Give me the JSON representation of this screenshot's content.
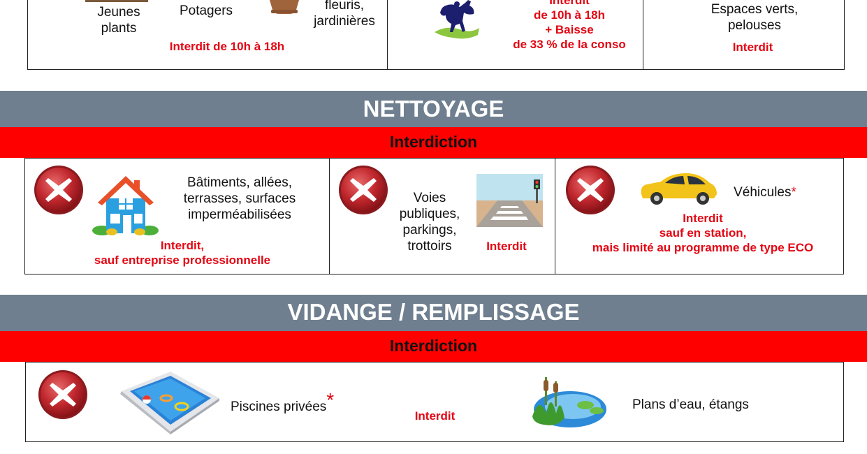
{
  "arrosage": {
    "col1": {
      "item1": [
        "Jeunes",
        "plants"
      ],
      "item2": "Potagers",
      "item3": [
        "fleuris,",
        "jardinières"
      ],
      "status": "Interdit de 10h à 18h"
    },
    "col2": {
      "status": [
        "Interdit",
        "de 10h à 18h",
        "+ Baisse",
        "de 33 % de la conso"
      ]
    },
    "col3": {
      "item": [
        "Espaces verts,",
        "pelouses"
      ],
      "status": "Interdit"
    }
  },
  "nettoyage": {
    "title": "NETTOYAGE",
    "subtitle": "Interdiction",
    "cells": [
      {
        "label": [
          "Bâtiments, allées,",
          "terrasses, surfaces",
          "imperméabilisées"
        ],
        "status": [
          "Interdit,",
          "sauf entreprise professionnelle"
        ]
      },
      {
        "label": [
          "Voies",
          "publiques,",
          "parkings,",
          "trottoirs"
        ],
        "status": "Interdit"
      },
      {
        "label": "Véhicules",
        "asterisk": "*",
        "status": [
          "Interdit",
          "sauf en station,",
          "mais limité au programme de type ECO"
        ]
      }
    ]
  },
  "vidange": {
    "title": "VIDANGE / REMPLISSAGE",
    "subtitle": "Interdiction",
    "pool_label": "Piscines privées",
    "asterisk": "*",
    "status": "Interdit",
    "pond_label": "Plans d’eau, étangs"
  },
  "icons": {
    "forbidden": "forbidden-x-icon",
    "house": "house-icon",
    "road": "road-crossing-icon",
    "car": "car-icon",
    "horse": "horse-icon",
    "pot": "flower-pot-icon",
    "pool": "swimming-pool-icon",
    "pond": "pond-icon"
  },
  "colors": {
    "band_gray": "#6f7f8f",
    "band_red": "#ff0000",
    "status_red": "#e30613"
  }
}
